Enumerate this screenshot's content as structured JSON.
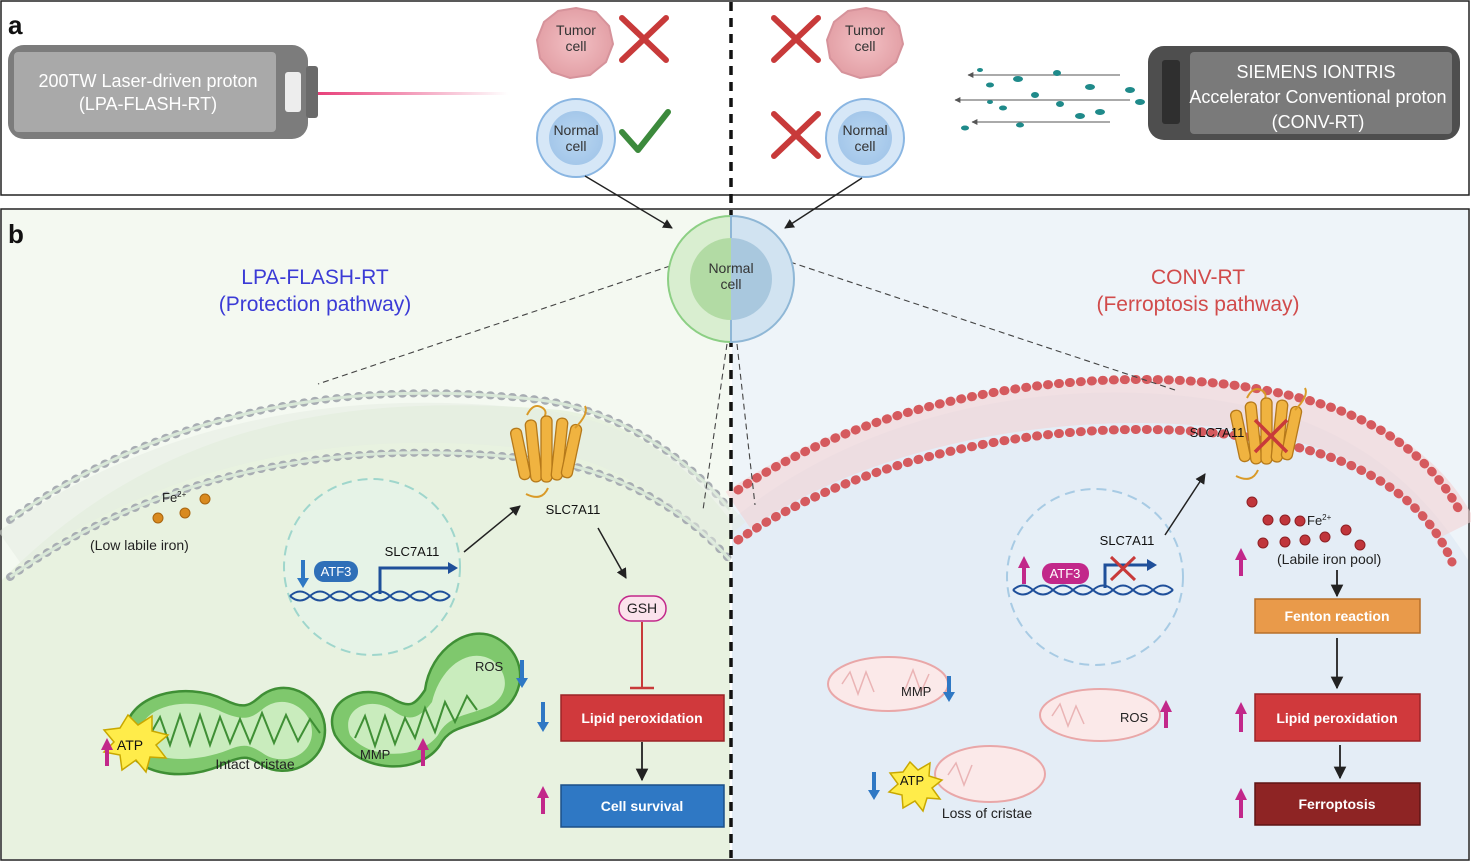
{
  "panel_a": {
    "label": "a",
    "laser_device": {
      "line1": "200TW Laser-driven proton",
      "line2": "(LPA-FLASH-RT)"
    },
    "siemens_device": {
      "line1": "SIEMENS IONTRIS",
      "line2": "Accelerator Conventional proton",
      "line3": "(CONV-RT)"
    },
    "tumor_cell": {
      "line1": "Tumor",
      "line2": "cell"
    },
    "normal_cell": {
      "line1": "Normal",
      "line2": "cell"
    }
  },
  "panel_b": {
    "label": "b",
    "center_cell": {
      "line1": "Normal",
      "line2": "cell"
    },
    "left": {
      "title": "LPA-FLASH-RT",
      "subtitle": "(Protection pathway)",
      "title_color": "#3b3bd6",
      "fe_label": "Fe",
      "fe_sup": "2+",
      "low_iron": "(Low labile iron)",
      "atf3": "ATF3",
      "slc_gene": "SLC7A11",
      "slc_protein": "SLC7A11",
      "gsh": "GSH",
      "lipid": "Lipid peroxidation",
      "survival": "Cell survival",
      "ros": "ROS",
      "mmp": "MMP",
      "atp": "ATP",
      "cristae": "Intact cristae"
    },
    "right": {
      "title": "CONV-RT",
      "subtitle": "(Ferroptosis pathway)",
      "title_color": "#d14b4b",
      "slc_protein": "SLC7A11",
      "slc_gene": "SLC7A11",
      "atf3": "ATF3",
      "fe_label": "Fe",
      "fe_sup": "2+",
      "labile_iron": "(Labile iron pool)",
      "fenton": "Fenton reaction",
      "lipid": "Lipid peroxidation",
      "ferroptosis": "Ferroptosis",
      "mmp": "MMP",
      "ros": "ROS",
      "atp": "ATP",
      "cristae": "Loss of cristae"
    }
  },
  "colors": {
    "up_arrow": "#c2288a",
    "down_arrow": "#2f78c4",
    "lipid_box": "#d0393c",
    "survival_box": "#2f78c4",
    "ferroptosis_box": "#8e2424",
    "fenton_box": "#e99a4a"
  }
}
